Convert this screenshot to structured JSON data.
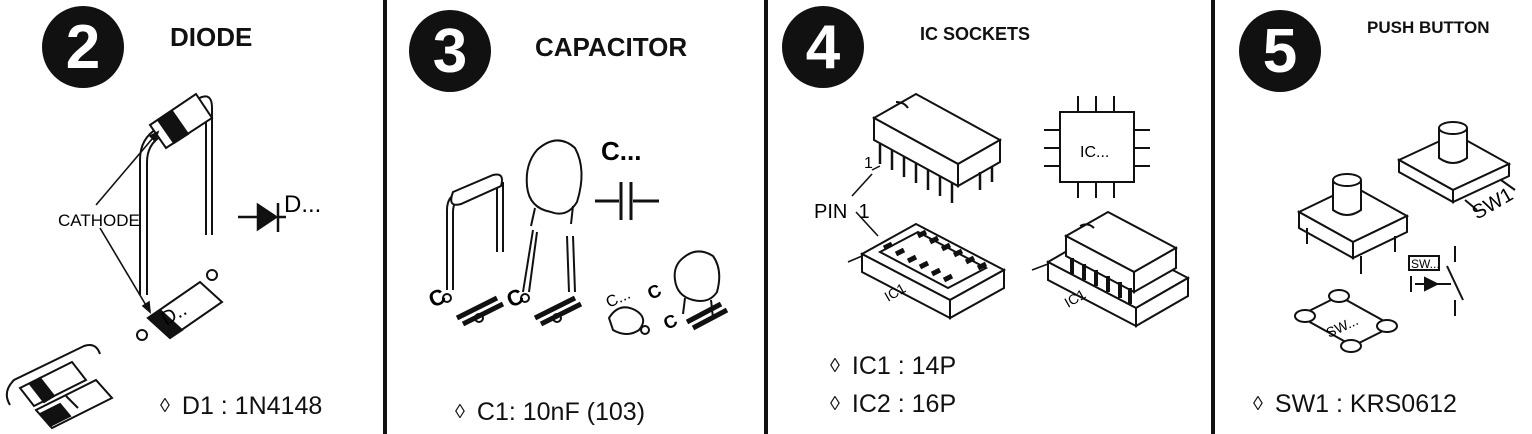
{
  "panels": [
    {
      "step": "2",
      "title": "DIODE",
      "cathode_label": "CATHODE",
      "symbol_ref": "D...",
      "silkscreen_ref": "D..",
      "specs": [
        "D1 : 1N4148"
      ]
    },
    {
      "step": "3",
      "title": "CAPACITOR",
      "symbol_ref": "C...",
      "silkscreen_refs": [
        "C",
        "C",
        "C...",
        "C",
        "C"
      ],
      "specs": [
        "C1: 10nF (103)"
      ]
    },
    {
      "step": "4",
      "title": "IC SOCKETS",
      "pin_label_small": "1",
      "pin_label": "PIN  1",
      "ic_symbol_ref": "IC...",
      "socket_labels": [
        "IC1",
        "IC1"
      ],
      "specs": [
        "IC1 : 14P",
        "IC2 : 16P"
      ]
    },
    {
      "step": "5",
      "title": "PUSH BUTTON",
      "side_label": "SW1",
      "symbol_ref": "SW...",
      "silkscreen_ref": "SW...",
      "specs": [
        "SW1 : KRS0612"
      ]
    }
  ],
  "bullet_glyph": "◊"
}
